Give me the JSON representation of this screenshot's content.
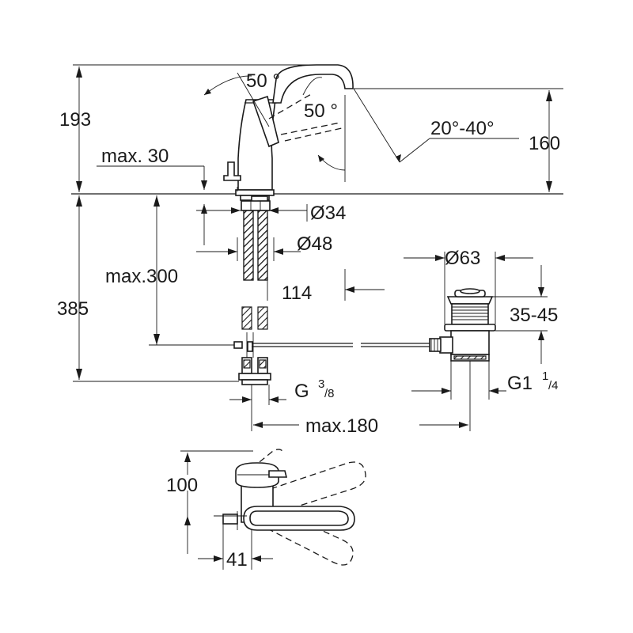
{
  "labels": {
    "angle_lever_up": "50 °",
    "angle_lever_down": "50 °",
    "swivel_range": "20°-40°",
    "height_total": "193",
    "height_spout": "160",
    "max_30": "max. 30",
    "dia_34": "Ø34",
    "dia_48": "Ø48",
    "max_300": "max.300",
    "depth_114": "114",
    "height_385": "385",
    "dia_63": "Ø63",
    "range_35_45": "35-45",
    "thread_g": "G",
    "thread_g_sup": "3",
    "thread_g_sub": "/8",
    "thread_g1": "G1",
    "thread_g1_sup": "1",
    "thread_g1_sub": "/4",
    "max_180": "max.180",
    "plan_100": "100",
    "plan_41": "41"
  }
}
